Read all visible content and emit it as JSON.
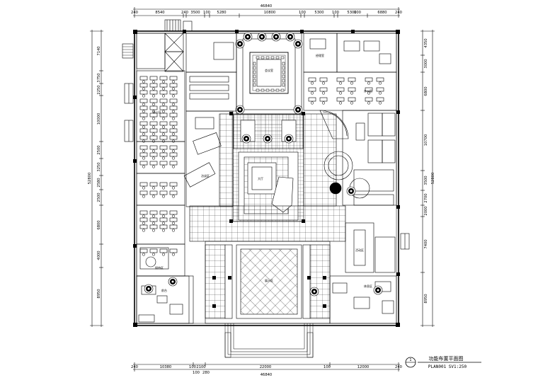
{
  "drawing": {
    "title": "功能布置平面图",
    "scale_note": "PLAN001 SV1:250",
    "index_mark": "1",
    "top_dims": [
      "240",
      "8540",
      "240",
      "3500",
      "100",
      "5280",
      "10800",
      "100",
      "5300",
      "100",
      "5300",
      "100",
      "6880",
      "240"
    ],
    "top_total": "46840",
    "bottom_dims": [
      "240",
      "10380",
      "100",
      "2100",
      "22000",
      "100",
      "12000",
      "240"
    ],
    "bottom_sub": [
      "100",
      "280"
    ],
    "bottom_total": "46840",
    "left_dims": [
      "7140",
      "3750",
      "2250",
      "10000",
      "2500",
      "3250",
      "2580",
      "2500",
      "6800",
      "4000",
      "8950"
    ],
    "left_total": "52800",
    "right_dims": [
      "4350",
      "3000",
      "6800",
      "10700",
      "3500",
      "2700",
      "2000",
      "7400",
      "8950"
    ],
    "right_total": "52800",
    "room_labels": [
      "会议室",
      "接待区",
      "办公区",
      "经理室",
      "洽谈区",
      "休息区",
      "前台",
      "大厅",
      "展示区",
      "活动区"
    ]
  },
  "colors": {
    "ink": "#000000",
    "paper": "#ffffff"
  }
}
